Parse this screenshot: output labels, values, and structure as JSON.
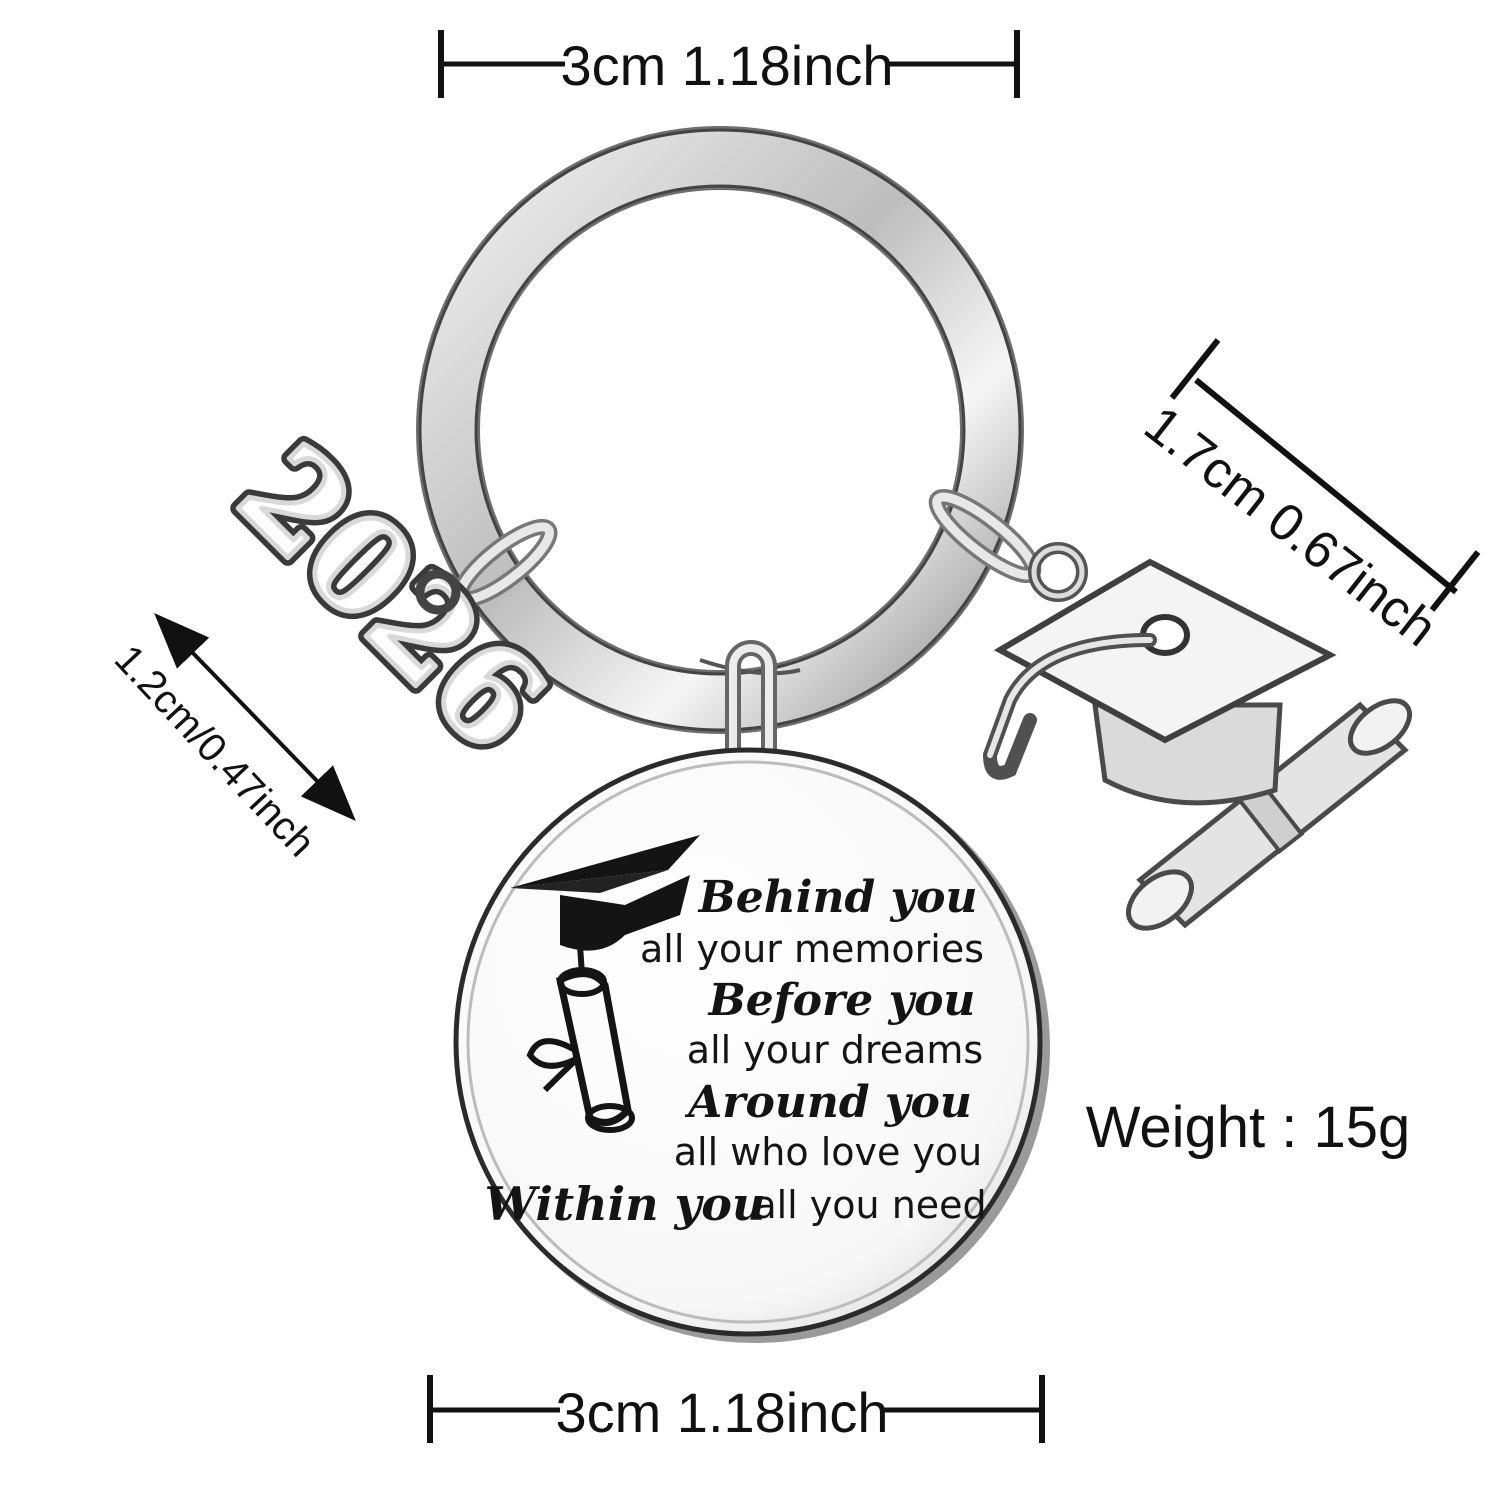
{
  "dimensions": {
    "top_width": "3cm 1.18inch",
    "bottom_width": "3cm 1.18inch",
    "cap_size": "1.7cm 0.67inch",
    "year_size": "1.2cm/0.47inch",
    "weight": "Weight : 15g"
  },
  "charm_year": "2026",
  "engraving": {
    "line1": "Behind you",
    "line2": "all your memories",
    "line3": "Before you",
    "line4": "all your dreams",
    "line5": "Around you",
    "line6": "all who love you",
    "line7a": "Within you",
    "line7b": "all you need"
  },
  "icons": [
    "graduation-cap-icon",
    "diploma-scroll-icon"
  ],
  "colors": {
    "metal": "#c8c8c8",
    "engraving": "#141414",
    "background": "#ffffff"
  }
}
